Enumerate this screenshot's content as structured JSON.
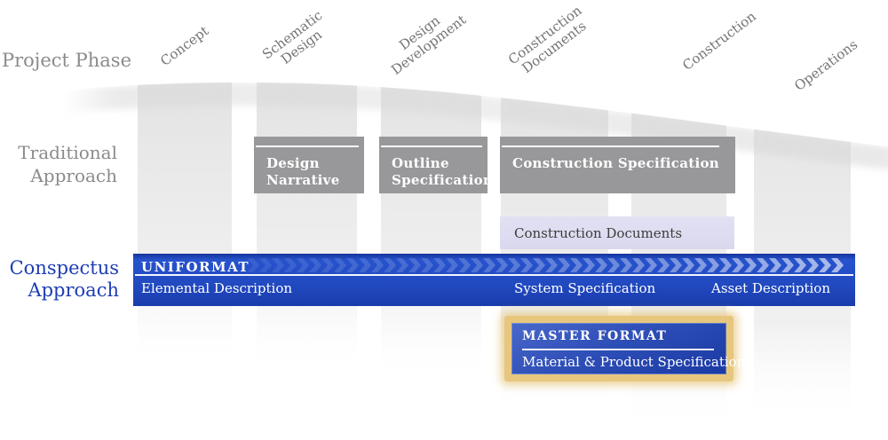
{
  "row_labels": {
    "project_phase": "Project Phase",
    "traditional": "Traditional\nApproach",
    "conspectus": "Conspectus\nApproach"
  },
  "phases": [
    {
      "label": "Concept"
    },
    {
      "label": "Schematic\nDesign"
    },
    {
      "label": "Design\nDevelopment"
    },
    {
      "label": "Construction\nDocuments"
    },
    {
      "label": "Construction"
    },
    {
      "label": "Operations"
    }
  ],
  "traditional_row": {
    "design_narrative": "Design\nNarrative",
    "outline_specification": "Outline\nSpecification",
    "construction_specification": "Construction Specification",
    "construction_documents": "Construction Documents"
  },
  "conspectus_row": {
    "uniformat_title": "UNIFORMAT",
    "elemental": "Elemental Description",
    "system": "System Specification",
    "asset": "Asset Description",
    "masterformat_title": "MASTER FORMAT",
    "masterformat_sub": "Material & Product Specification"
  },
  "colors": {
    "conspectus_blue": "#2149c0",
    "traditional_gray": "#98989b",
    "lavender_box": "#dedcf0",
    "masterformat_gold": "#e7c77e",
    "side_label_gray": "#8b8b8b",
    "conspectus_label_blue": "#1d3eb4",
    "column_gray": "#e8e8e8"
  }
}
